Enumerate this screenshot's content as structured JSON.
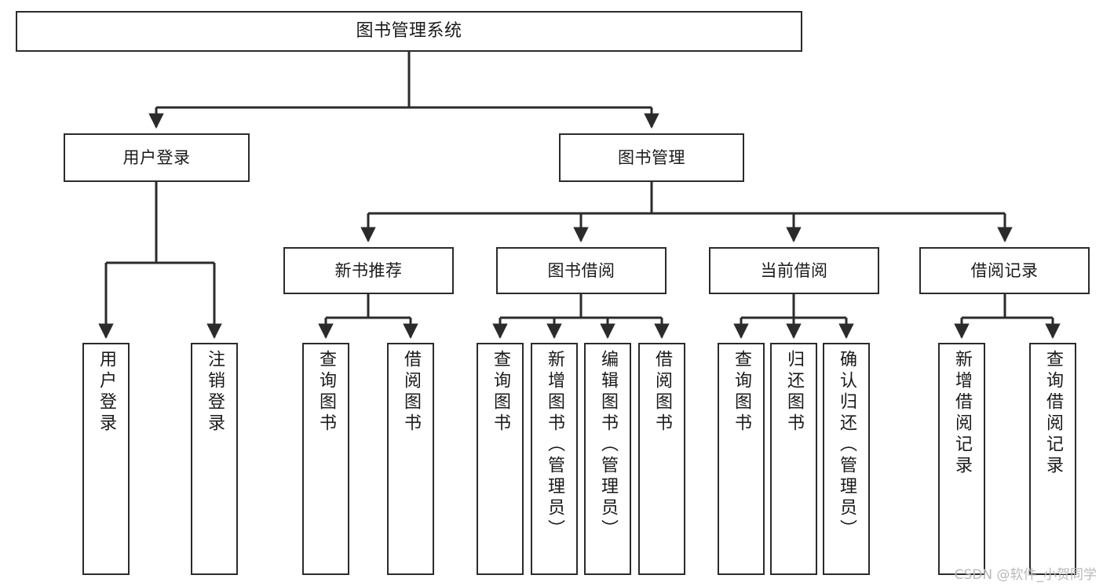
{
  "diagram": {
    "title": "图书管理系统",
    "type": "tree-hierarchy",
    "watermark": "CSDN @软件_小贺同学",
    "colors": {
      "node_border": "#2b2b2b",
      "node_fill": "#ffffff",
      "edge": "#2b2b2b",
      "text": "#1a1a1a",
      "watermark": "#b9b9b9",
      "background": "#ffffff"
    }
  },
  "nodes": {
    "root": {
      "label": "图书管理系统",
      "orientation": "horizontal"
    },
    "level2": [
      {
        "id": "user-login",
        "label": "用户登录",
        "orientation": "horizontal"
      },
      {
        "id": "book-manage",
        "label": "图书管理",
        "orientation": "horizontal"
      }
    ],
    "level3": [
      {
        "id": "new-book-recommend",
        "label": "新书推荐",
        "orientation": "horizontal"
      },
      {
        "id": "book-borrow",
        "label": "图书借阅",
        "orientation": "horizontal"
      },
      {
        "id": "current-borrow",
        "label": "当前借阅",
        "orientation": "horizontal"
      },
      {
        "id": "borrow-record",
        "label": "借阅记录",
        "orientation": "horizontal"
      }
    ],
    "leaves": [
      {
        "id": "leaf-user-login",
        "label": "用户登录",
        "parent": "user-login",
        "orientation": "vertical"
      },
      {
        "id": "leaf-user-logout",
        "label": "注销登录",
        "parent": "user-login",
        "orientation": "vertical"
      },
      {
        "id": "leaf-query-book-1",
        "label": "查询图书",
        "parent": "new-book-recommend",
        "orientation": "vertical"
      },
      {
        "id": "leaf-borrow-book-1",
        "label": "借阅图书",
        "parent": "new-book-recommend",
        "orientation": "vertical"
      },
      {
        "id": "leaf-query-book-2",
        "label": "查询图书",
        "parent": "book-borrow",
        "orientation": "vertical"
      },
      {
        "id": "leaf-add-book",
        "label": "新增图书（管理员）",
        "parent": "book-borrow",
        "orientation": "vertical"
      },
      {
        "id": "leaf-edit-book",
        "label": "编辑图书（管理员）",
        "parent": "book-borrow",
        "orientation": "vertical"
      },
      {
        "id": "leaf-borrow-book-2",
        "label": "借阅图书",
        "parent": "book-borrow",
        "orientation": "vertical"
      },
      {
        "id": "leaf-query-book-3",
        "label": "查询图书",
        "parent": "current-borrow",
        "orientation": "vertical"
      },
      {
        "id": "leaf-return-book",
        "label": "归还图书",
        "parent": "current-borrow",
        "orientation": "vertical"
      },
      {
        "id": "leaf-confirm-return",
        "label": "确认归还（管理员）",
        "parent": "current-borrow",
        "orientation": "vertical"
      },
      {
        "id": "leaf-add-record",
        "label": "新增借阅记录",
        "parent": "borrow-record",
        "orientation": "vertical"
      },
      {
        "id": "leaf-query-record",
        "label": "查询借阅记录",
        "parent": "borrow-record",
        "orientation": "vertical"
      }
    ]
  }
}
